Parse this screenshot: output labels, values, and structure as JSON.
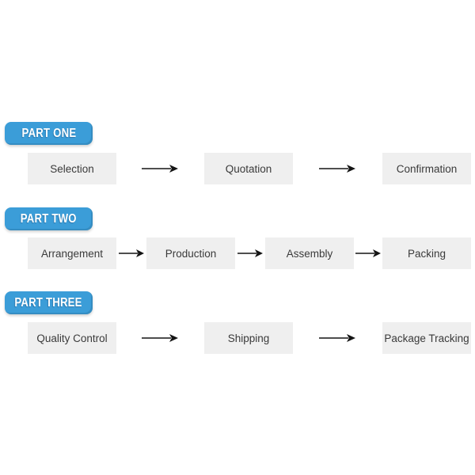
{
  "diagram": {
    "rows": [
      {
        "badge": "PART ONE",
        "steps": [
          "Selection",
          "Quotation",
          "Confirmation"
        ]
      },
      {
        "badge": "PART TWO",
        "steps": [
          "Arrangement",
          "Production",
          "Assembly",
          "Packing"
        ]
      },
      {
        "badge": "PART THREE",
        "steps": [
          "Quality Control",
          "Shipping",
          "Package Tracking"
        ]
      }
    ]
  },
  "icons": {
    "flow_arrow": "right-arrow"
  },
  "colors": {
    "background": "#ffffff",
    "badge_bg": "#3b9dd8",
    "badge_edge": "#2e86bd",
    "badge_text": "#ffffff",
    "box_bg": "#efefef",
    "box_text": "#3a3a3a",
    "arrow": "#141414"
  }
}
